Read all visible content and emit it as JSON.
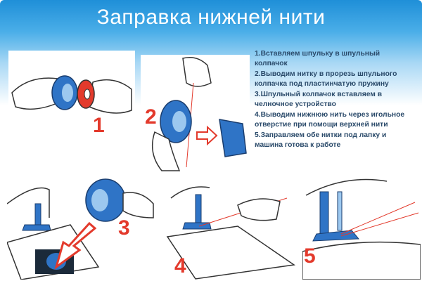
{
  "title": "Заправка нижней нити",
  "steps": [
    "1.Вставляем шпульку в шпульный колпачок",
    "2.Выводим нитку в прорезь шпульного колпачка  под пластинчатую пружину",
    "3.Шпульный колпачок вставляем в челночное устройство",
    "4.Выводим нижнюю нить через игольное  отверстие при помощи верхней нити",
    "5.Заправляем обе нитки под лапку и машина готова к работе"
  ],
  "step_numbers": [
    "1",
    "2",
    "3",
    "4",
    "5"
  ],
  "colors": {
    "header": "#1f8fd8",
    "number": "#e33a2c",
    "bobbin_case": "#2f74c6",
    "thread": "#e33a2c"
  }
}
